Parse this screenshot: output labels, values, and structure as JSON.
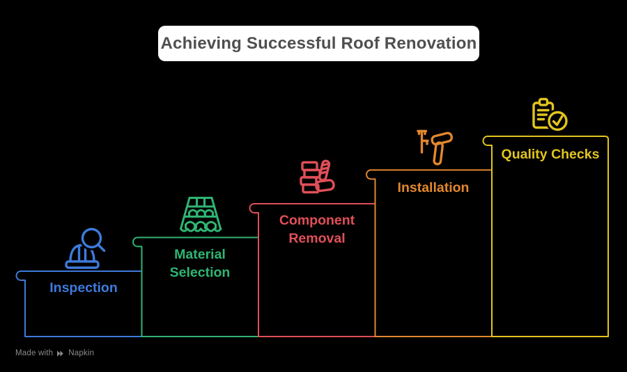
{
  "title": "Achieving Successful Roof Renovation",
  "steps": [
    {
      "label": "Inspection",
      "color": "#3E7BDC",
      "icon": "hard-hat-magnifier-icon"
    },
    {
      "label": "Material Selection",
      "color": "#2FB573",
      "icon": "roof-tiles-icon"
    },
    {
      "label": "Component Removal",
      "color": "#E04F58",
      "icon": "bricks-mallet-icon"
    },
    {
      "label": "Installation",
      "color": "#E2872E",
      "icon": "hammer-nails-icon"
    },
    {
      "label": "Quality Checks",
      "color": "#E2C51F",
      "icon": "clipboard-check-icon"
    }
  ],
  "watermark": {
    "prefix": "Made with",
    "brand": "Napkin"
  },
  "colors": {
    "background": "#000000",
    "title_bg": "#FFFFFF",
    "title_text": "#4F4F4F",
    "watermark_text": "#8A8A8A"
  }
}
